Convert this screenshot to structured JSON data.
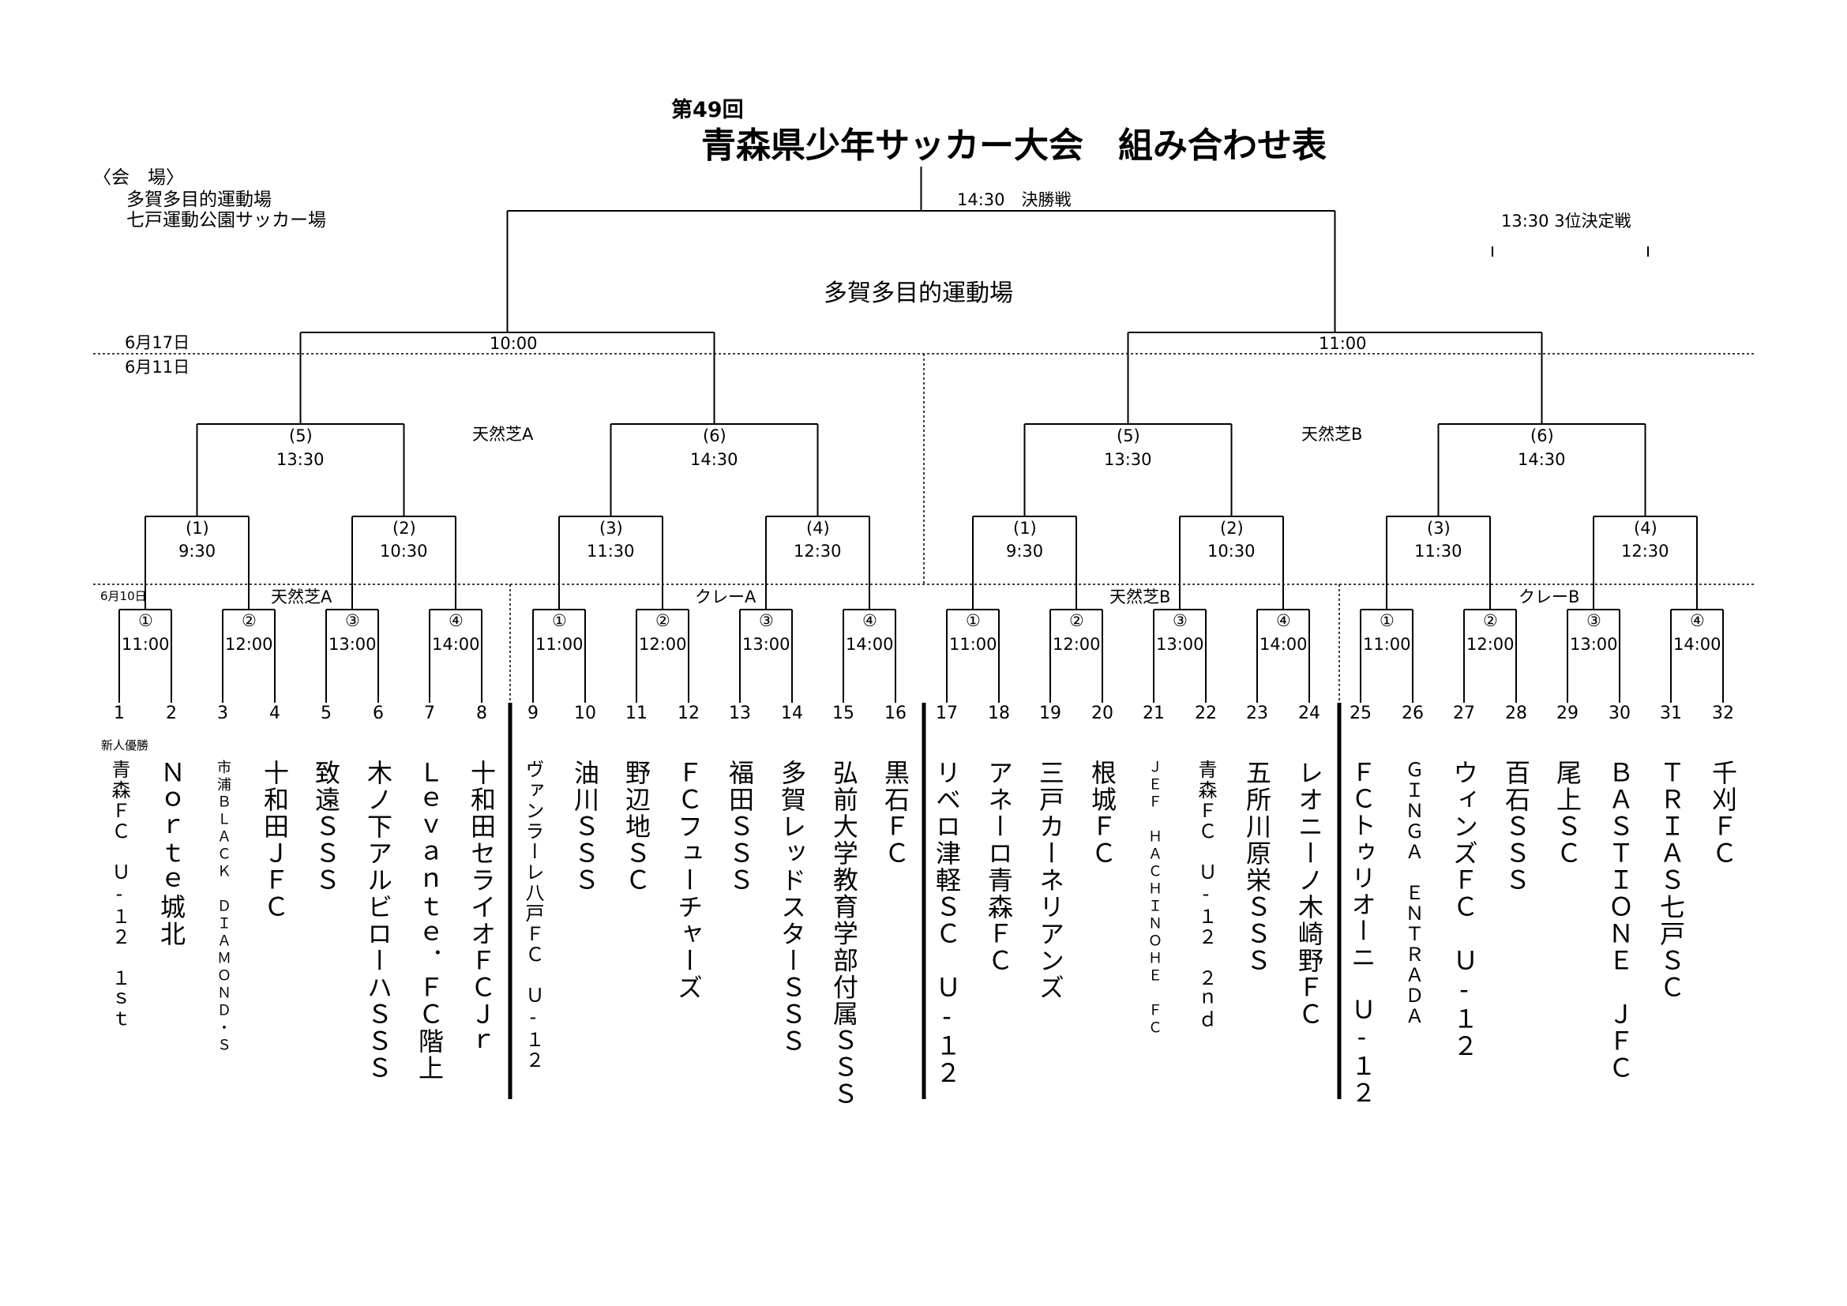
{
  "header": {
    "edition": "第49回",
    "title": "青森県少年サッカー大会　組み合わせ表"
  },
  "venues": {
    "heading": "〈会　場〉",
    "list": [
      "多賀多目的運動場",
      "七戸運動公園サッカー場"
    ]
  },
  "final": {
    "label": "14:30　決勝戦",
    "venue": "多賀多目的運動場"
  },
  "third_place": {
    "label": "13:30 3位決定戦"
  },
  "dates": {
    "d0617": "6月17日",
    "d0611": "6月11日",
    "d0610": "6月10日"
  },
  "semis": {
    "left_time": "10:00",
    "right_time": "11:00"
  },
  "field_labels": {
    "lawnA": "天然芝A",
    "lawnB": "天然芝B",
    "clayA": "クレーA",
    "clayB": "クレーB"
  },
  "round3": [
    {
      "id": "(5)",
      "time": "13:30"
    },
    {
      "id": "(6)",
      "time": "14:30"
    },
    {
      "id": "(5)",
      "time": "13:30"
    },
    {
      "id": "(6)",
      "time": "14:30"
    }
  ],
  "round2": [
    {
      "id": "(1)",
      "time": "9:30"
    },
    {
      "id": "(2)",
      "time": "10:30"
    },
    {
      "id": "(3)",
      "time": "11:30"
    },
    {
      "id": "(4)",
      "time": "12:30"
    },
    {
      "id": "(1)",
      "time": "9:30"
    },
    {
      "id": "(2)",
      "time": "10:30"
    },
    {
      "id": "(3)",
      "time": "11:30"
    },
    {
      "id": "(4)",
      "time": "12:30"
    }
  ],
  "round1": [
    {
      "id": "①",
      "time": "11:00"
    },
    {
      "id": "②",
      "time": "12:00"
    },
    {
      "id": "③",
      "time": "13:00"
    },
    {
      "id": "④",
      "time": "14:00"
    },
    {
      "id": "①",
      "time": "11:00"
    },
    {
      "id": "②",
      "time": "12:00"
    },
    {
      "id": "③",
      "time": "13:00"
    },
    {
      "id": "④",
      "time": "14:00"
    },
    {
      "id": "①",
      "time": "11:00"
    },
    {
      "id": "②",
      "time": "12:00"
    },
    {
      "id": "③",
      "time": "13:00"
    },
    {
      "id": "④",
      "time": "14:00"
    },
    {
      "id": "①",
      "time": "11:00"
    },
    {
      "id": "②",
      "time": "12:00"
    },
    {
      "id": "③",
      "time": "13:00"
    },
    {
      "id": "④",
      "time": "14:00"
    }
  ],
  "seed_note": "新人優勝",
  "teams": [
    {
      "no": "1",
      "name": "青森ＦＣ　Ｕ-１２　１ｓｔ",
      "size": "m"
    },
    {
      "no": "2",
      "name": "Ｎｏｒｔｅ城北",
      "size": "l"
    },
    {
      "no": "3",
      "name": "市浦ＢＬＡＣＫ　ＤＩＡＭＯＮＤ・Ｓ",
      "size": "s"
    },
    {
      "no": "4",
      "name": "十和田ＪＦＣ",
      "size": "l"
    },
    {
      "no": "5",
      "name": "致遠ＳＳＳ",
      "size": "l"
    },
    {
      "no": "6",
      "name": "木ノ下アルビローハＳＳＳ",
      "size": "l"
    },
    {
      "no": "7",
      "name": "Ｌｅｖａｎｔｅ．ＦＣ階上",
      "size": "l"
    },
    {
      "no": "8",
      "name": "十和田セライオＦＣＪｒ",
      "size": "l"
    },
    {
      "no": "9",
      "name": "ヴァンラーレ八戸ＦＣ　Ｕ-１２",
      "size": "m"
    },
    {
      "no": "10",
      "name": "油川ＳＳＳ",
      "size": "l"
    },
    {
      "no": "11",
      "name": "野辺地ＳＣ",
      "size": "l"
    },
    {
      "no": "12",
      "name": "ＦＣフューチャーズ",
      "size": "l"
    },
    {
      "no": "13",
      "name": "福田ＳＳＳ",
      "size": "l"
    },
    {
      "no": "14",
      "name": "多賀レッドスターＳＳＳ",
      "size": "l"
    },
    {
      "no": "15",
      "name": "弘前大学教育学部付属ＳＳＳ",
      "size": "l"
    },
    {
      "no": "16",
      "name": "黒石ＦＣ",
      "size": "l"
    },
    {
      "no": "17",
      "name": "リベロ津軽ＳＣ　Ｕ-１２",
      "size": "l"
    },
    {
      "no": "18",
      "name": "アネーロ青森ＦＣ",
      "size": "l"
    },
    {
      "no": "19",
      "name": "三戸カーネリアンズ",
      "size": "l"
    },
    {
      "no": "20",
      "name": "根城ＦＣ",
      "size": "l"
    },
    {
      "no": "21",
      "name": "ＪＥＦ　ＨＡＣＨＩＮＯＨＥ　ＦＣ",
      "size": "s"
    },
    {
      "no": "22",
      "name": "青森ＦＣ　Ｕ-１２　２ｎｄ",
      "size": "m"
    },
    {
      "no": "23",
      "name": "五所川原栄ＳＳＳ",
      "size": "l"
    },
    {
      "no": "24",
      "name": "レオニーノ木崎野ＦＣ",
      "size": "l"
    },
    {
      "no": "25",
      "name": "ＦＣトゥリオーニ　Ｕ-１２",
      "size": "l"
    },
    {
      "no": "26",
      "name": "ＧＩＮＧＡ　ＥＮＴＲＡＤＡ",
      "size": "m"
    },
    {
      "no": "27",
      "name": "ウィンズＦＣ　Ｕ-１２",
      "size": "l"
    },
    {
      "no": "28",
      "name": "百石ＳＳＳ",
      "size": "l"
    },
    {
      "no": "29",
      "name": "尾上ＳＣ",
      "size": "l"
    },
    {
      "no": "30",
      "name": "ＢＡＳＴＩＯＮＥ　ＪＦＣ",
      "size": "l"
    },
    {
      "no": "31",
      "name": "ＴＲＩＡＳ七戸ＳＣ",
      "size": "l"
    },
    {
      "no": "32",
      "name": "千刈ＦＣ",
      "size": "l"
    }
  ]
}
